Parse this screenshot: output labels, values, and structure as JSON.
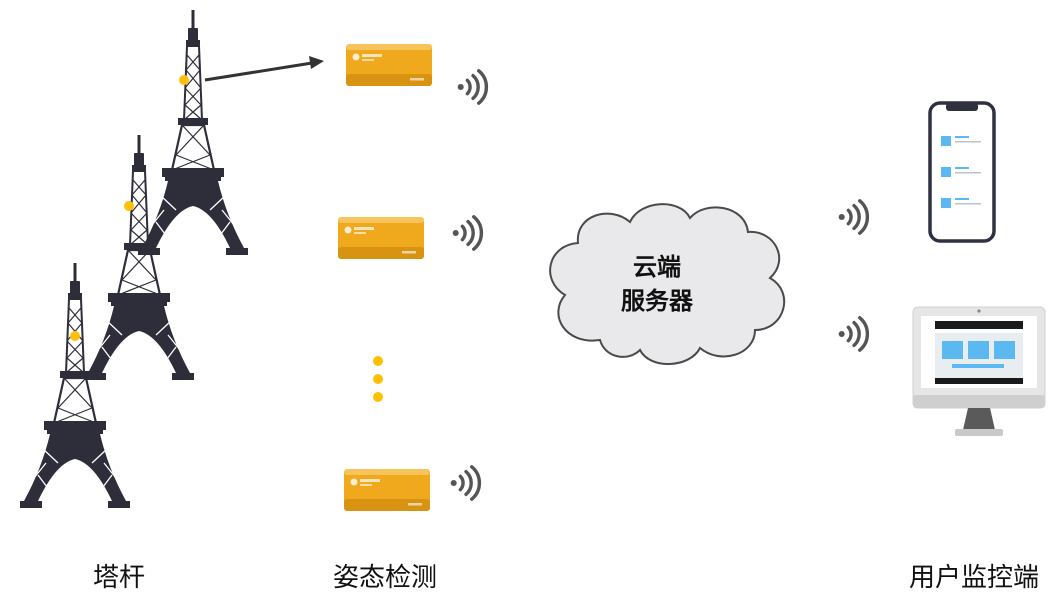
{
  "labels": {
    "towers": "塔杆",
    "sensors": "姿态检测",
    "users": "用户监控端"
  },
  "cloud": {
    "line1": "云端",
    "line2": "服务器"
  },
  "colors": {
    "tower": "#2e2d3a",
    "sensor_body": "#f0a91c",
    "sensor_shade": "#c9810f",
    "highlight_dot": "#ffc107",
    "ellipsis_dot": "#ffc000",
    "signal": "#555555",
    "cloud_fill": "#e9e9ec",
    "cloud_stroke": "#4a4a4a",
    "screen_blue": "#5bb8f0",
    "monitor_body": "#e6e6e6"
  },
  "icons": {
    "tower": "eiffel-tower-icon",
    "sensor": "attitude-sensor-box-icon",
    "signal": "wireless-signal-icon",
    "cloud": "cloud-icon",
    "phone": "smartphone-icon",
    "monitor": "desktop-monitor-icon"
  }
}
